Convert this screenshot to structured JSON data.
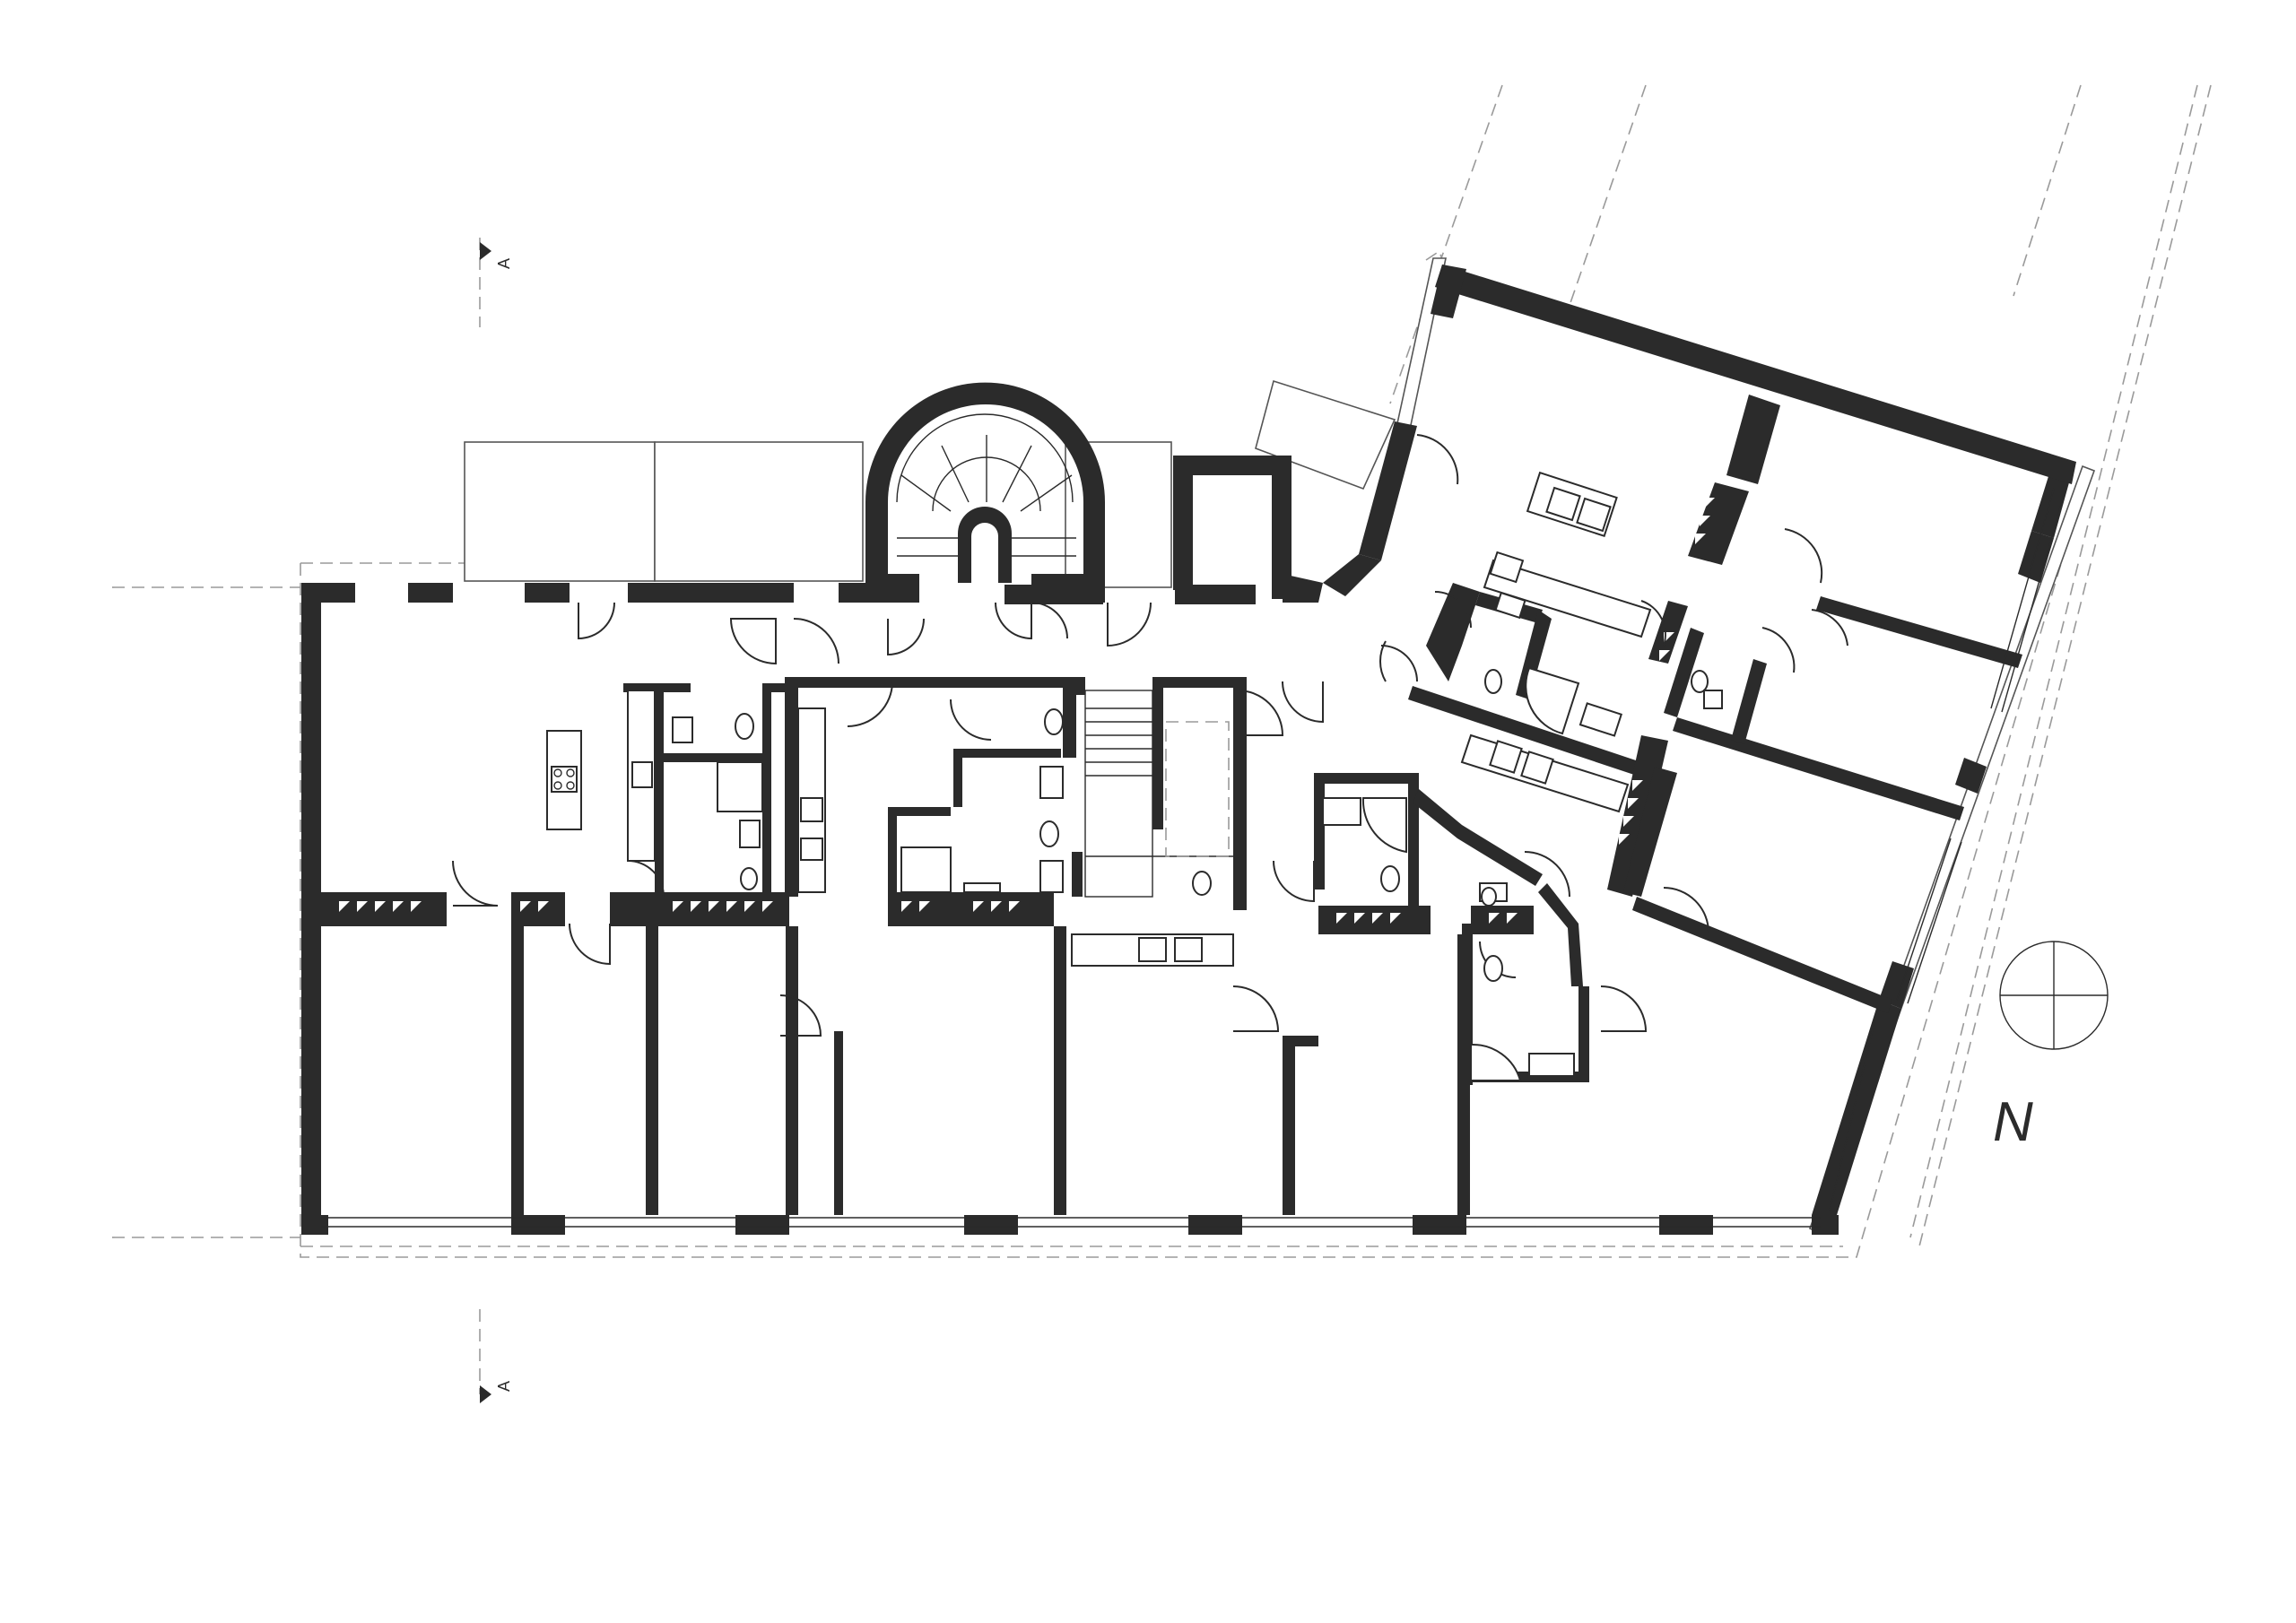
{
  "plan": {
    "section_marker_top": "A",
    "section_marker_bottom": "A",
    "north_label": "N",
    "wall_color": "#2b2b2b",
    "background_color": "#ffffff"
  }
}
